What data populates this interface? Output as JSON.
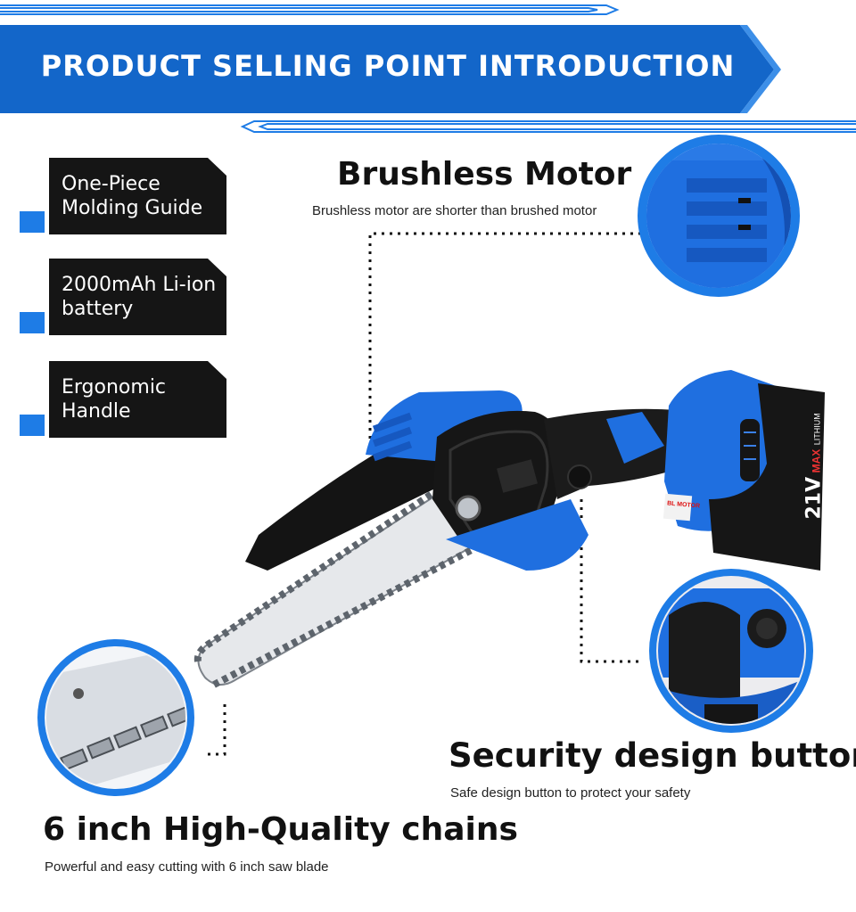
{
  "banner": {
    "title": "PRODUCT SELLING POINT INTRODUCTION",
    "color": "#1366c9"
  },
  "features": [
    {
      "label": "One-Piece\nMolding Guide"
    },
    {
      "label": "2000mAh Li-ion\nbattery"
    },
    {
      "label": "Ergonomic Handle"
    }
  ],
  "callouts": {
    "motor": {
      "title": "Brushless Motor",
      "subtitle": "Brushless motor are shorter than brushed motor"
    },
    "button": {
      "title": "Security design button",
      "subtitle": "Safe design button to protect your safety"
    },
    "chain": {
      "title": "6 inch High-Quality chains",
      "subtitle": "Powerful and easy cutting with 6 inch saw blade"
    }
  },
  "product": {
    "battery_voltage": "21V",
    "battery_brand": "MAX",
    "battery_type": "LITHIUM",
    "motor_badge": "BL MOTOR"
  },
  "colors": {
    "accent": "#1e7ce6",
    "tool_blue": "#1f6fe0",
    "dark": "#151515"
  }
}
